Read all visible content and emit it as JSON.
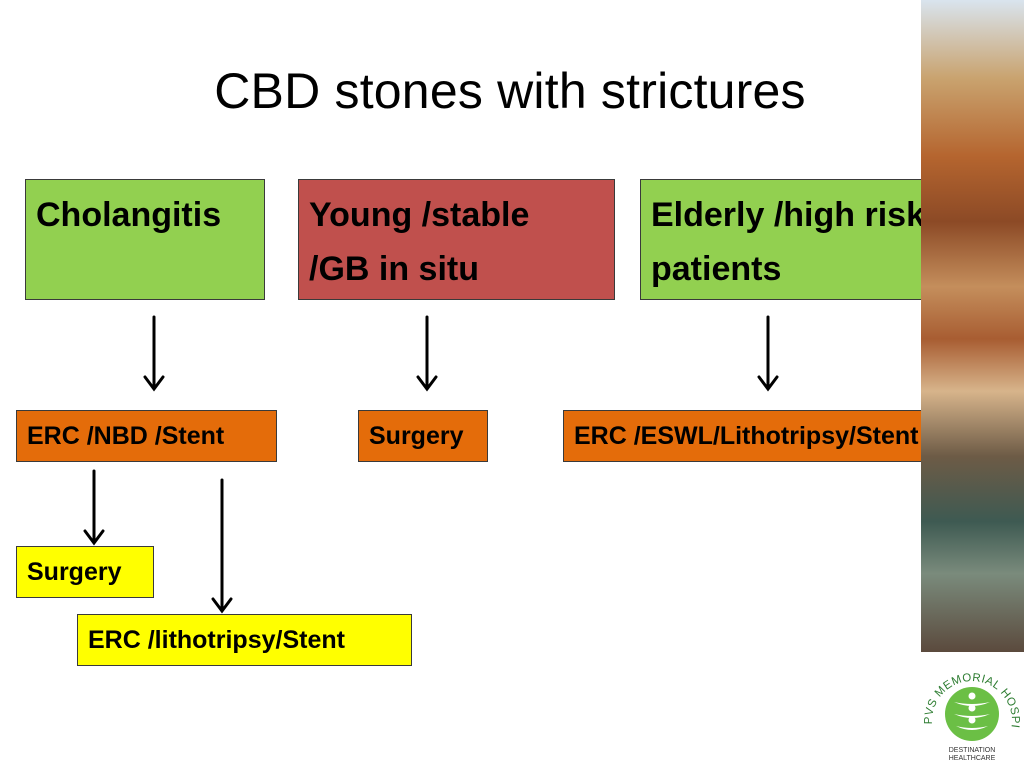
{
  "slide": {
    "title": "CBD stones with strictures"
  },
  "categories": [
    {
      "label_line1": "Cholangitis",
      "label_line2": ""
    },
    {
      "label_line1": "Young /stable",
      "label_line2": "/GB in situ"
    },
    {
      "label_line1": "Elderly /high risk",
      "label_line2": "patients"
    }
  ],
  "treatments": {
    "cholangitis": "ERC /NBD /Stent",
    "young": "Surgery",
    "elderly": "ERC /ESWL/Lithotripsy/Stent"
  },
  "followups": {
    "surgery": "Surgery",
    "erc": "ERC /lithotripsy/Stent"
  },
  "logo": {
    "ring_text": "PVS MEMORIAL HOSPITAL LTD",
    "line1": "DESTINATION",
    "line2": "HEALTHCARE"
  },
  "colors": {
    "green": "#92d050",
    "red": "#c0504d",
    "orange": "#e46c0a",
    "yellow": "#ffff00"
  }
}
